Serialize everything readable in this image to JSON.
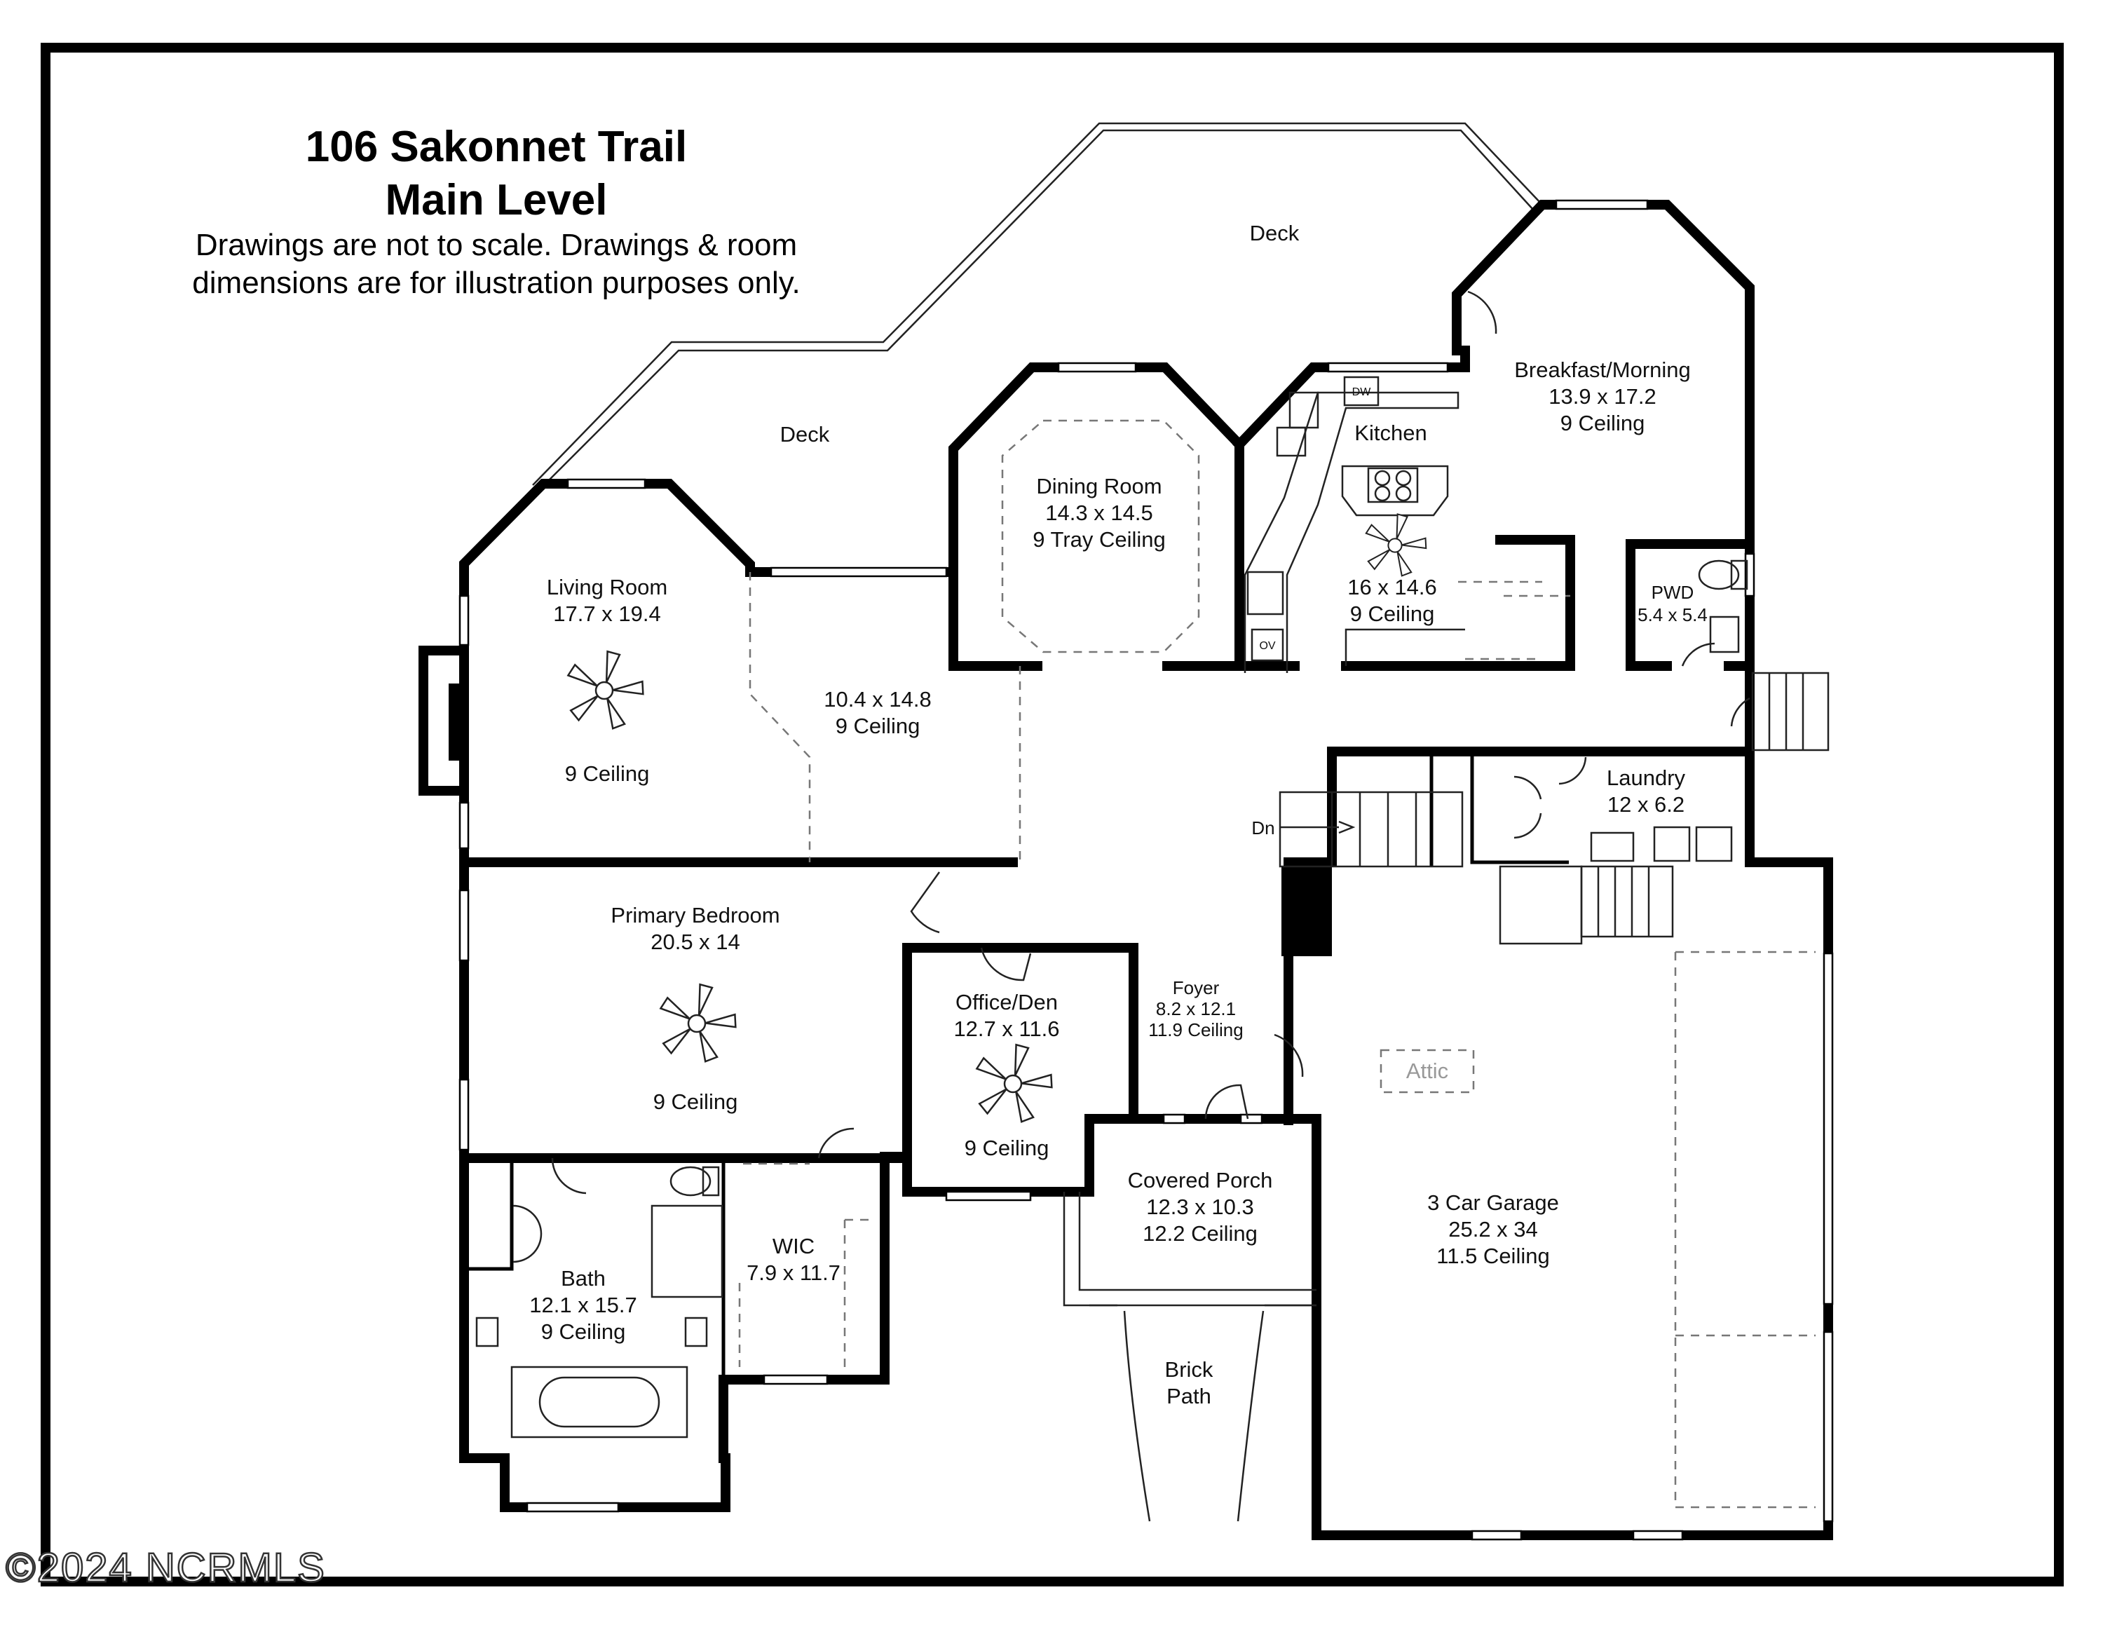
{
  "header": {
    "title_line1": "106 Sakonnet Trail",
    "title_line2": "Main Level",
    "disclaimer_line1": "Drawings are not to scale. Drawings & room",
    "disclaimer_line2": "dimensions are for illustration purposes only."
  },
  "outdoor": {
    "deck_upper": "Deck",
    "deck_lower": "Deck",
    "brick_path_line1": "Brick",
    "brick_path_line2": "Path"
  },
  "rooms": {
    "living_room": {
      "name": "Living Room",
      "dims": "17.7 x 19.4",
      "ceiling": "9 Ceiling"
    },
    "dining_room": {
      "name": "Dining Room",
      "dims": "14.3 x 14.5",
      "ceiling": "9 Tray Ceiling"
    },
    "kitchen": {
      "name": "Kitchen",
      "dims": "16 x 14.6",
      "ceiling": "9 Ceiling"
    },
    "breakfast": {
      "name": "Breakfast/Morning",
      "dims": "13.9 x 17.2",
      "ceiling": "9 Ceiling"
    },
    "pwd": {
      "name": "PWD",
      "dims": "5.4 x 5.4"
    },
    "hall_area": {
      "dims": "10.4 x 14.8",
      "ceiling": "9 Ceiling"
    },
    "laundry": {
      "name": "Laundry",
      "dims": "12 x 6.2"
    },
    "primary_bedroom": {
      "name": "Primary Bedroom",
      "dims": "20.5 x 14",
      "ceiling": "9 Ceiling"
    },
    "office_den": {
      "name": "Office/Den",
      "dims": "12.7 x 11.6",
      "ceiling": "9 Ceiling"
    },
    "foyer": {
      "name": "Foyer",
      "dims": "8.2 x 12.1",
      "ceiling": "11.9 Ceiling"
    },
    "covered_porch": {
      "name": "Covered Porch",
      "dims": "12.3 x 10.3",
      "ceiling": "12.2 Ceiling"
    },
    "garage": {
      "name": "3 Car Garage",
      "dims": "25.2 x 34",
      "ceiling": "11.5 Ceiling"
    },
    "attic": {
      "name": "Attic"
    },
    "bath": {
      "name": "Bath",
      "dims": "12.1 x 15.7",
      "ceiling": "9 Ceiling"
    },
    "wic": {
      "name": "WIC",
      "dims": "7.9 x 11.7"
    }
  },
  "fixtures": {
    "dishwasher": "DW",
    "oven": "OV",
    "stairs_down": "Dn"
  },
  "watermark": "©2024 NCRMLS"
}
